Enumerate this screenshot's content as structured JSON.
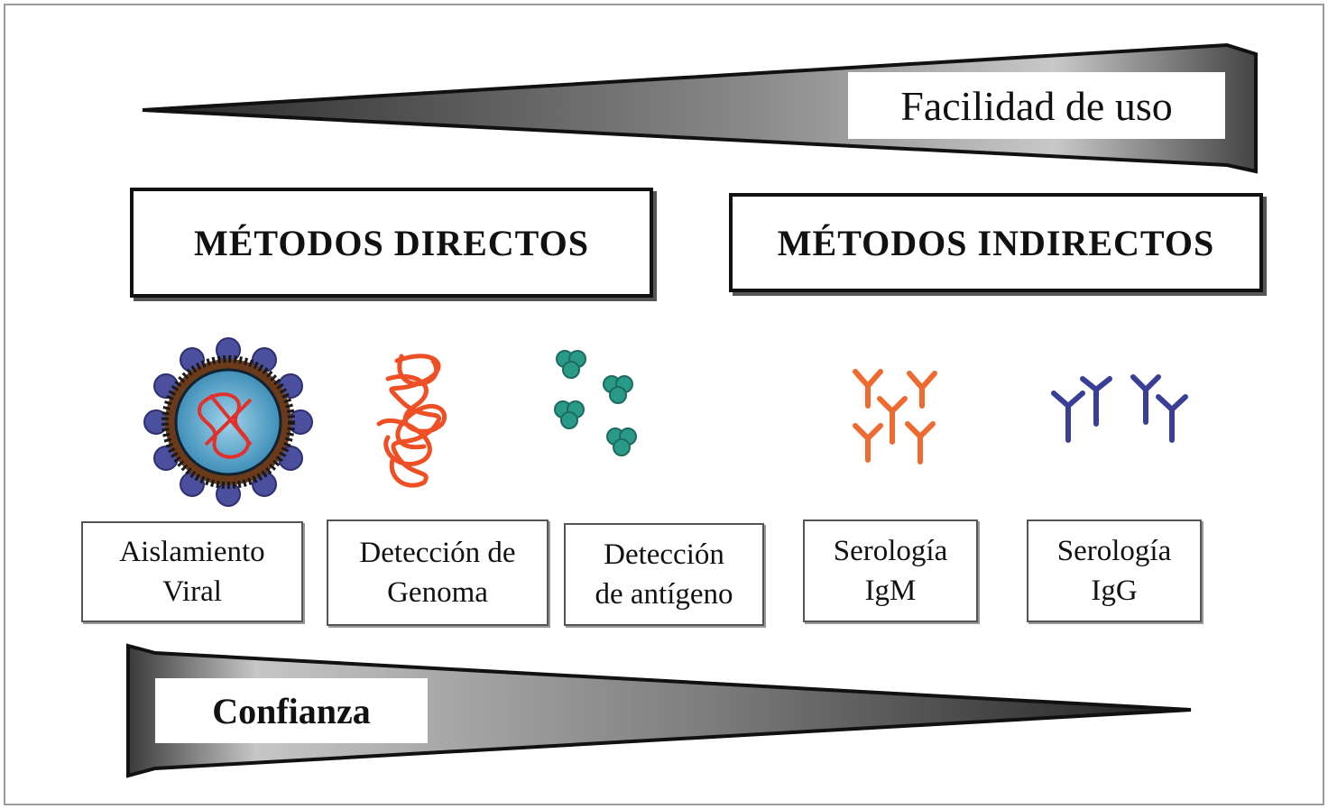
{
  "wedges": {
    "ease_of_use": "Facilidad de uso",
    "confidence": "Confianza"
  },
  "groups": {
    "direct": "MÉTODOS DIRECTOS",
    "indirect": "MÉTODOS INDIRECTOS"
  },
  "methods": [
    {
      "label": "Aislamiento\nViral",
      "icon": "virus-particle-icon"
    },
    {
      "label": "Detección de\nGenoma",
      "icon": "genome-strand-icon"
    },
    {
      "label": "Detección\nde antígeno",
      "icon": "antigen-cluster-icon"
    },
    {
      "label": "Serología\nIgM",
      "icon": "igm-antibody-icon"
    },
    {
      "label": "Serología\nIgG",
      "icon": "igg-antibody-icon"
    }
  ],
  "colors": {
    "wedge_dark": "#1a1a1a",
    "wedge_light": "#bdbdbd",
    "virus_core": "#4fa3c9",
    "virus_rna": "#e0312c",
    "virus_knob": "#4b4f9e",
    "genome": "#ef4f24",
    "antigen": "#2a9a88",
    "igm": "#ef6a30",
    "igg": "#3a3f96"
  }
}
